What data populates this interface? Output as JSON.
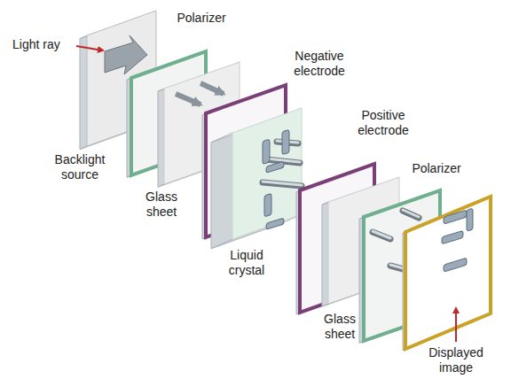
{
  "diagram": {
    "labels": [
      "Light ray",
      "Polarizer",
      "Negative electrode",
      "Backlight source",
      "Positive electrode",
      "Glass sheet",
      "Liquid crystal",
      "Polarizer",
      "Glass sheet",
      "Displayed image"
    ]
  }
}
